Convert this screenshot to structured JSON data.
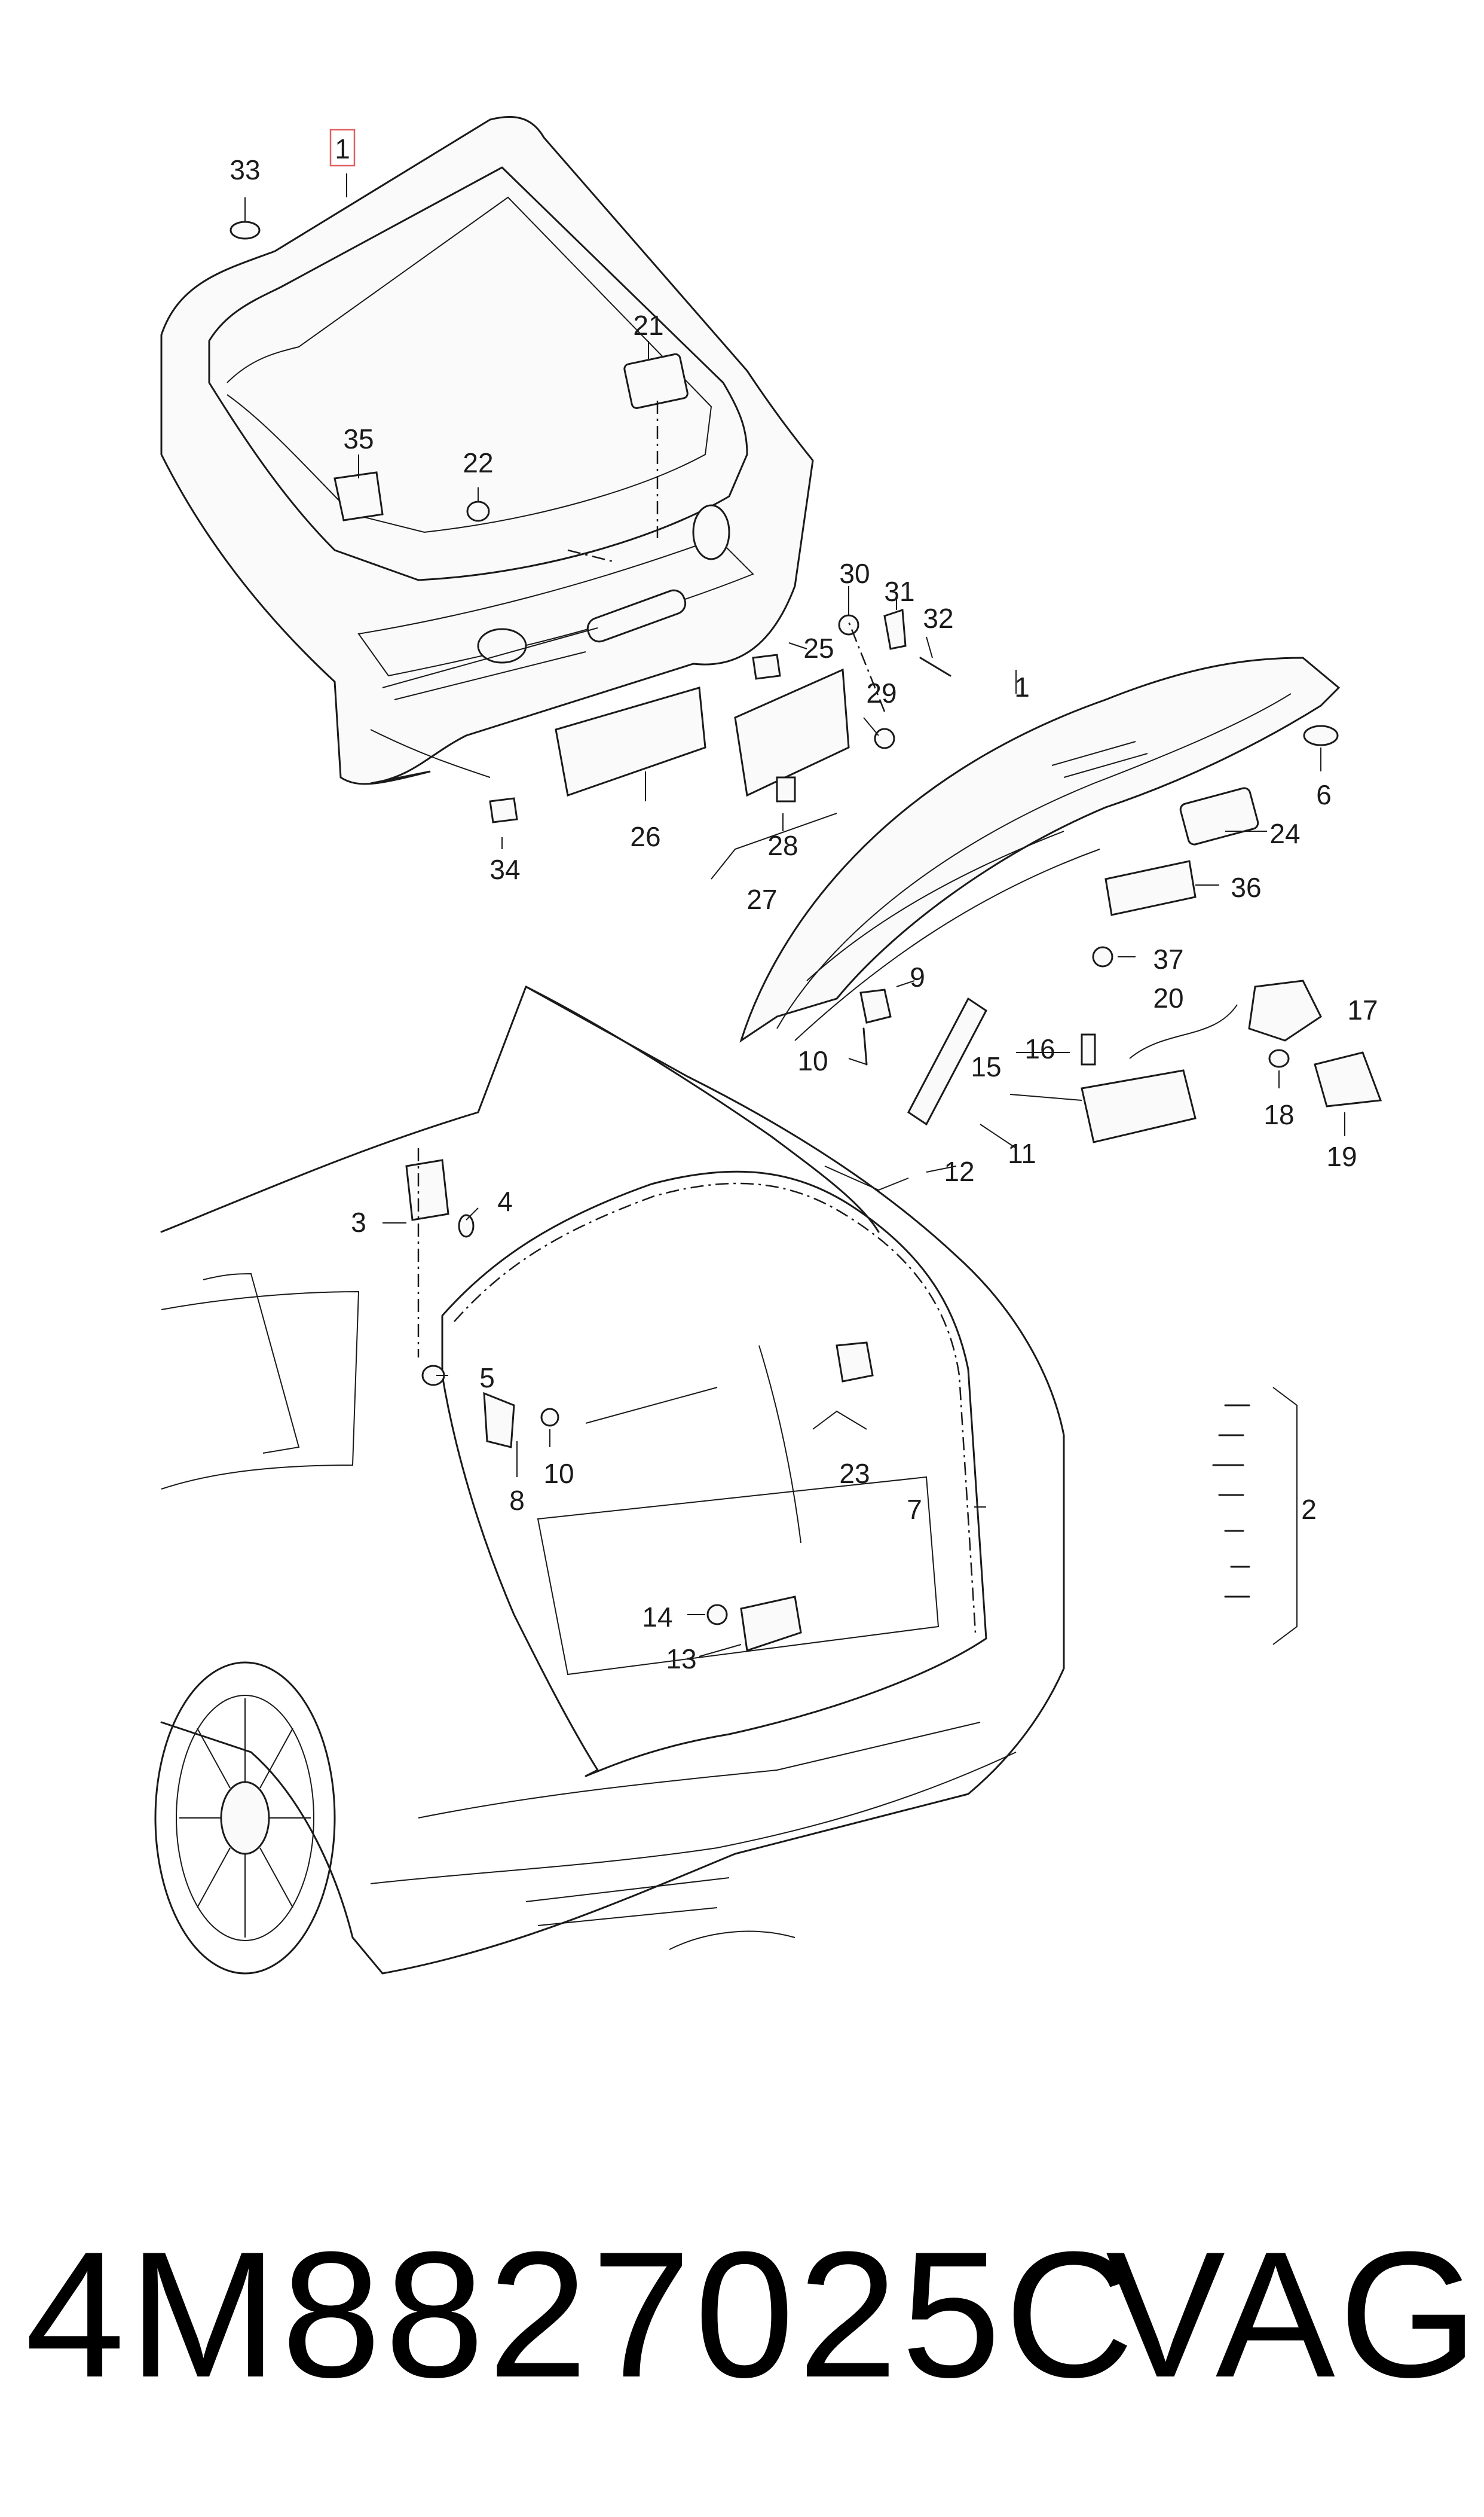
{
  "callouts": {
    "c1a": "1",
    "c33": "33",
    "c21": "21",
    "c35": "35",
    "c22": "22",
    "c30": "30",
    "c31": "31",
    "c32": "32",
    "c25": "25",
    "c29": "29",
    "c26": "26",
    "c28": "28",
    "c27": "27",
    "c34": "34",
    "c1b": "1",
    "c6": "6",
    "c24": "24",
    "c36": "36",
    "c37": "37",
    "c9": "9",
    "c10a": "10",
    "c20": "20",
    "c17": "17",
    "c16": "16",
    "c15": "15",
    "c18": "18",
    "c19": "19",
    "c11": "11",
    "c12": "12",
    "c3": "3",
    "c4": "4",
    "c5": "5",
    "c8": "8",
    "c10b": "10",
    "c23": "23",
    "c7": "7",
    "c2": "2",
    "c14": "14",
    "c13": "13"
  },
  "footer": {
    "part_number": "4M8827025C",
    "brand": "VAG"
  }
}
